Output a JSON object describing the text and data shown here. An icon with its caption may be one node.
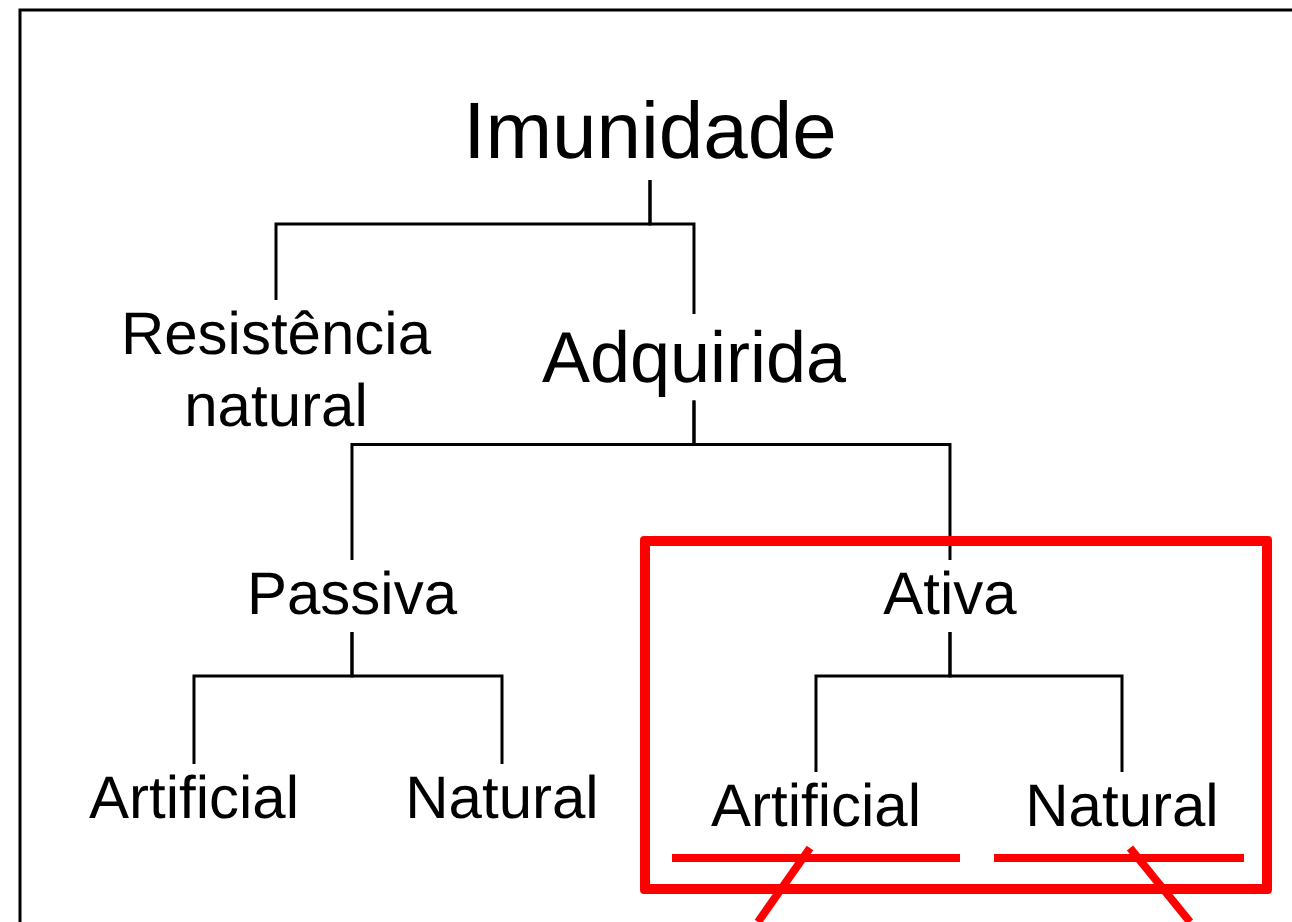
{
  "diagram": {
    "nodes": [
      {
        "text": [
          "Imunidade"
        ]
      },
      {
        "text": [
          "Resistência natural"
        ]
      },
      {
        "text": [
          "Adquirida"
        ]
      },
      {
        "text": [
          "Passiva"
        ]
      },
      {
        "text": [],
        "shape": "box"
      },
      {
        "text": [
          "Ativa"
        ],
        "in": 4
      },
      {
        "text": [
          "Artificial"
        ]
      },
      {
        "text": [
          "Natural"
        ]
      },
      {
        "text": [
          "Artificial"
        ],
        "in": 4
      },
      {
        "text": [
          "Natural"
        ],
        "in": 4
      }
    ],
    "edges": [
      {
        "from": 0,
        "to": 1,
        "arrow": "none"
      },
      {
        "from": 0,
        "to": 2,
        "arrow": "none"
      },
      {
        "from": 2,
        "to": 3,
        "arrow": "none"
      },
      {
        "from": 2,
        "to": 5,
        "arrow": "none"
      },
      {
        "from": 3,
        "to": 6,
        "arrow": "none"
      },
      {
        "from": 3,
        "to": 7,
        "arrow": "none"
      },
      {
        "from": 5,
        "to": 8,
        "arrow": "none"
      },
      {
        "from": 5,
        "to": 9,
        "arrow": "none"
      },
      {
        "from": 8,
        "to": null,
        "arrow": "none",
        "style": "thick",
        "color": "#ff0000"
      },
      {
        "from": 9,
        "to": null,
        "arrow": "none",
        "style": "thick",
        "color": "#ff0000"
      }
    ]
  }
}
